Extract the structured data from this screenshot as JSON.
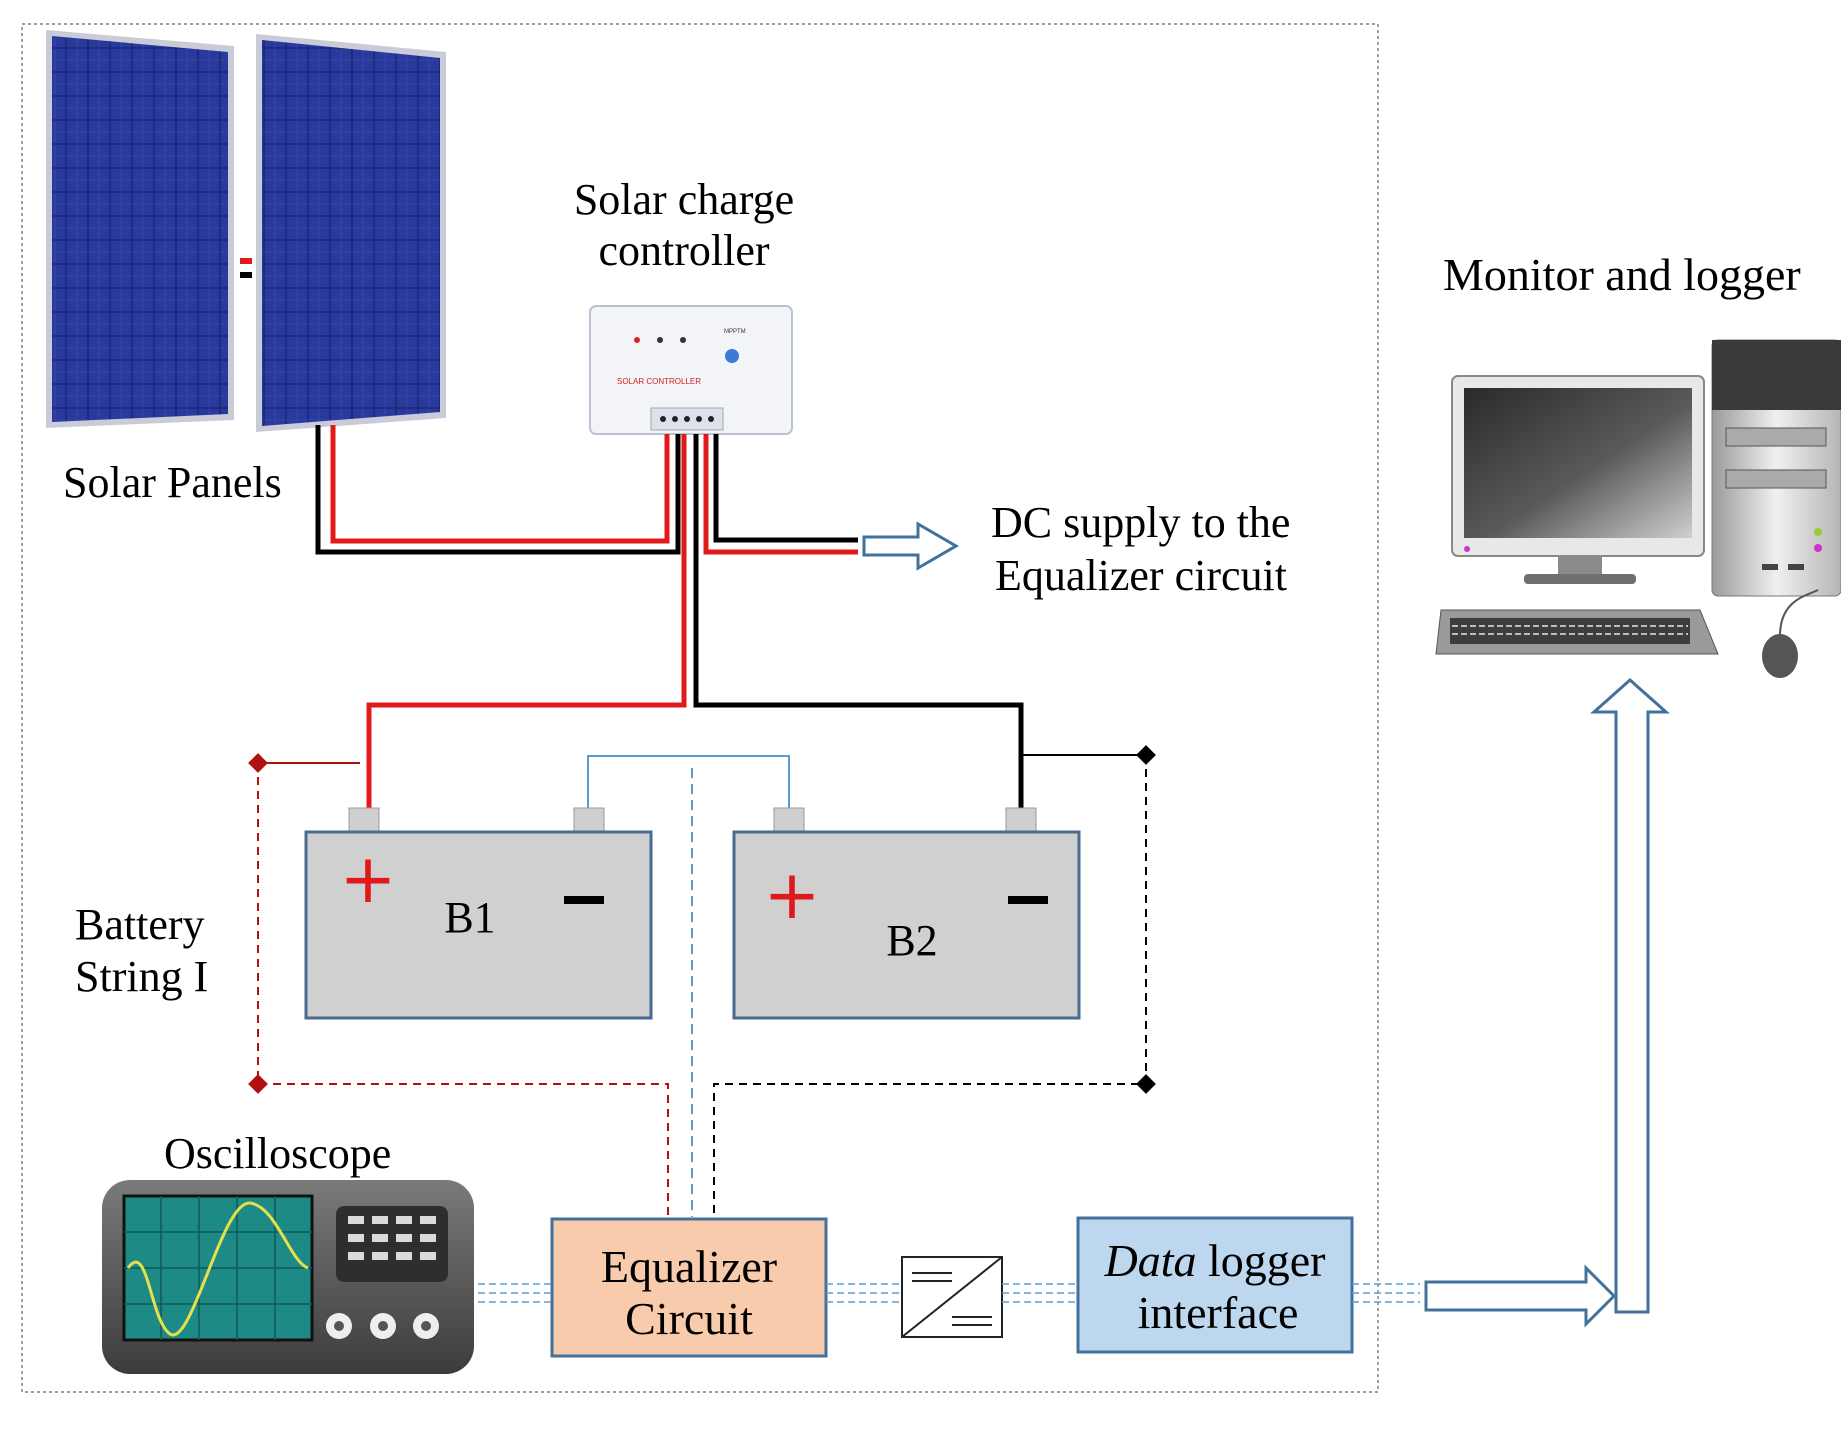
{
  "labels": {
    "solar_charge_controller": [
      "Solar charge",
      "controller"
    ],
    "monitor_logger": "Monitor and logger",
    "solar_panels": "Solar Panels",
    "dc_supply": [
      "DC supply to the",
      "Equalizer circuit"
    ],
    "battery_string": [
      "Battery",
      "String I"
    ],
    "b1": "B1",
    "b2": "B2",
    "oscilloscope": "Oscilloscope",
    "equalizer": [
      "Equalizer",
      "Circuit"
    ],
    "data_logger_italic": "Data",
    "data_logger_rest": " logger",
    "data_logger_line2": "interface",
    "controller_plate": "SOLAR CONTROLLER",
    "controller_brand": "MPPTM",
    "plus": "+",
    "minus": "−"
  },
  "colors": {
    "red_wire": "#e0191b",
    "black_wire": "#000000",
    "dark_red_dashed": "#b01010",
    "blue_link": "#5b9bd5",
    "arrow_outline": "#41719c",
    "battery_fill": "#d0d0d0",
    "battery_stroke": "#4a6a92",
    "equalizer_fill": "#f8cbad",
    "data_logger_fill": "#bdd7ee",
    "panel_blue": "#1c2570"
  },
  "icons": {
    "solar_panels": "solar-panel-icon",
    "controller": "charge-controller-icon",
    "computer": "desktop-computer-icon",
    "oscilloscope": "oscilloscope-icon",
    "converter": "dc-dc-converter-icon"
  }
}
